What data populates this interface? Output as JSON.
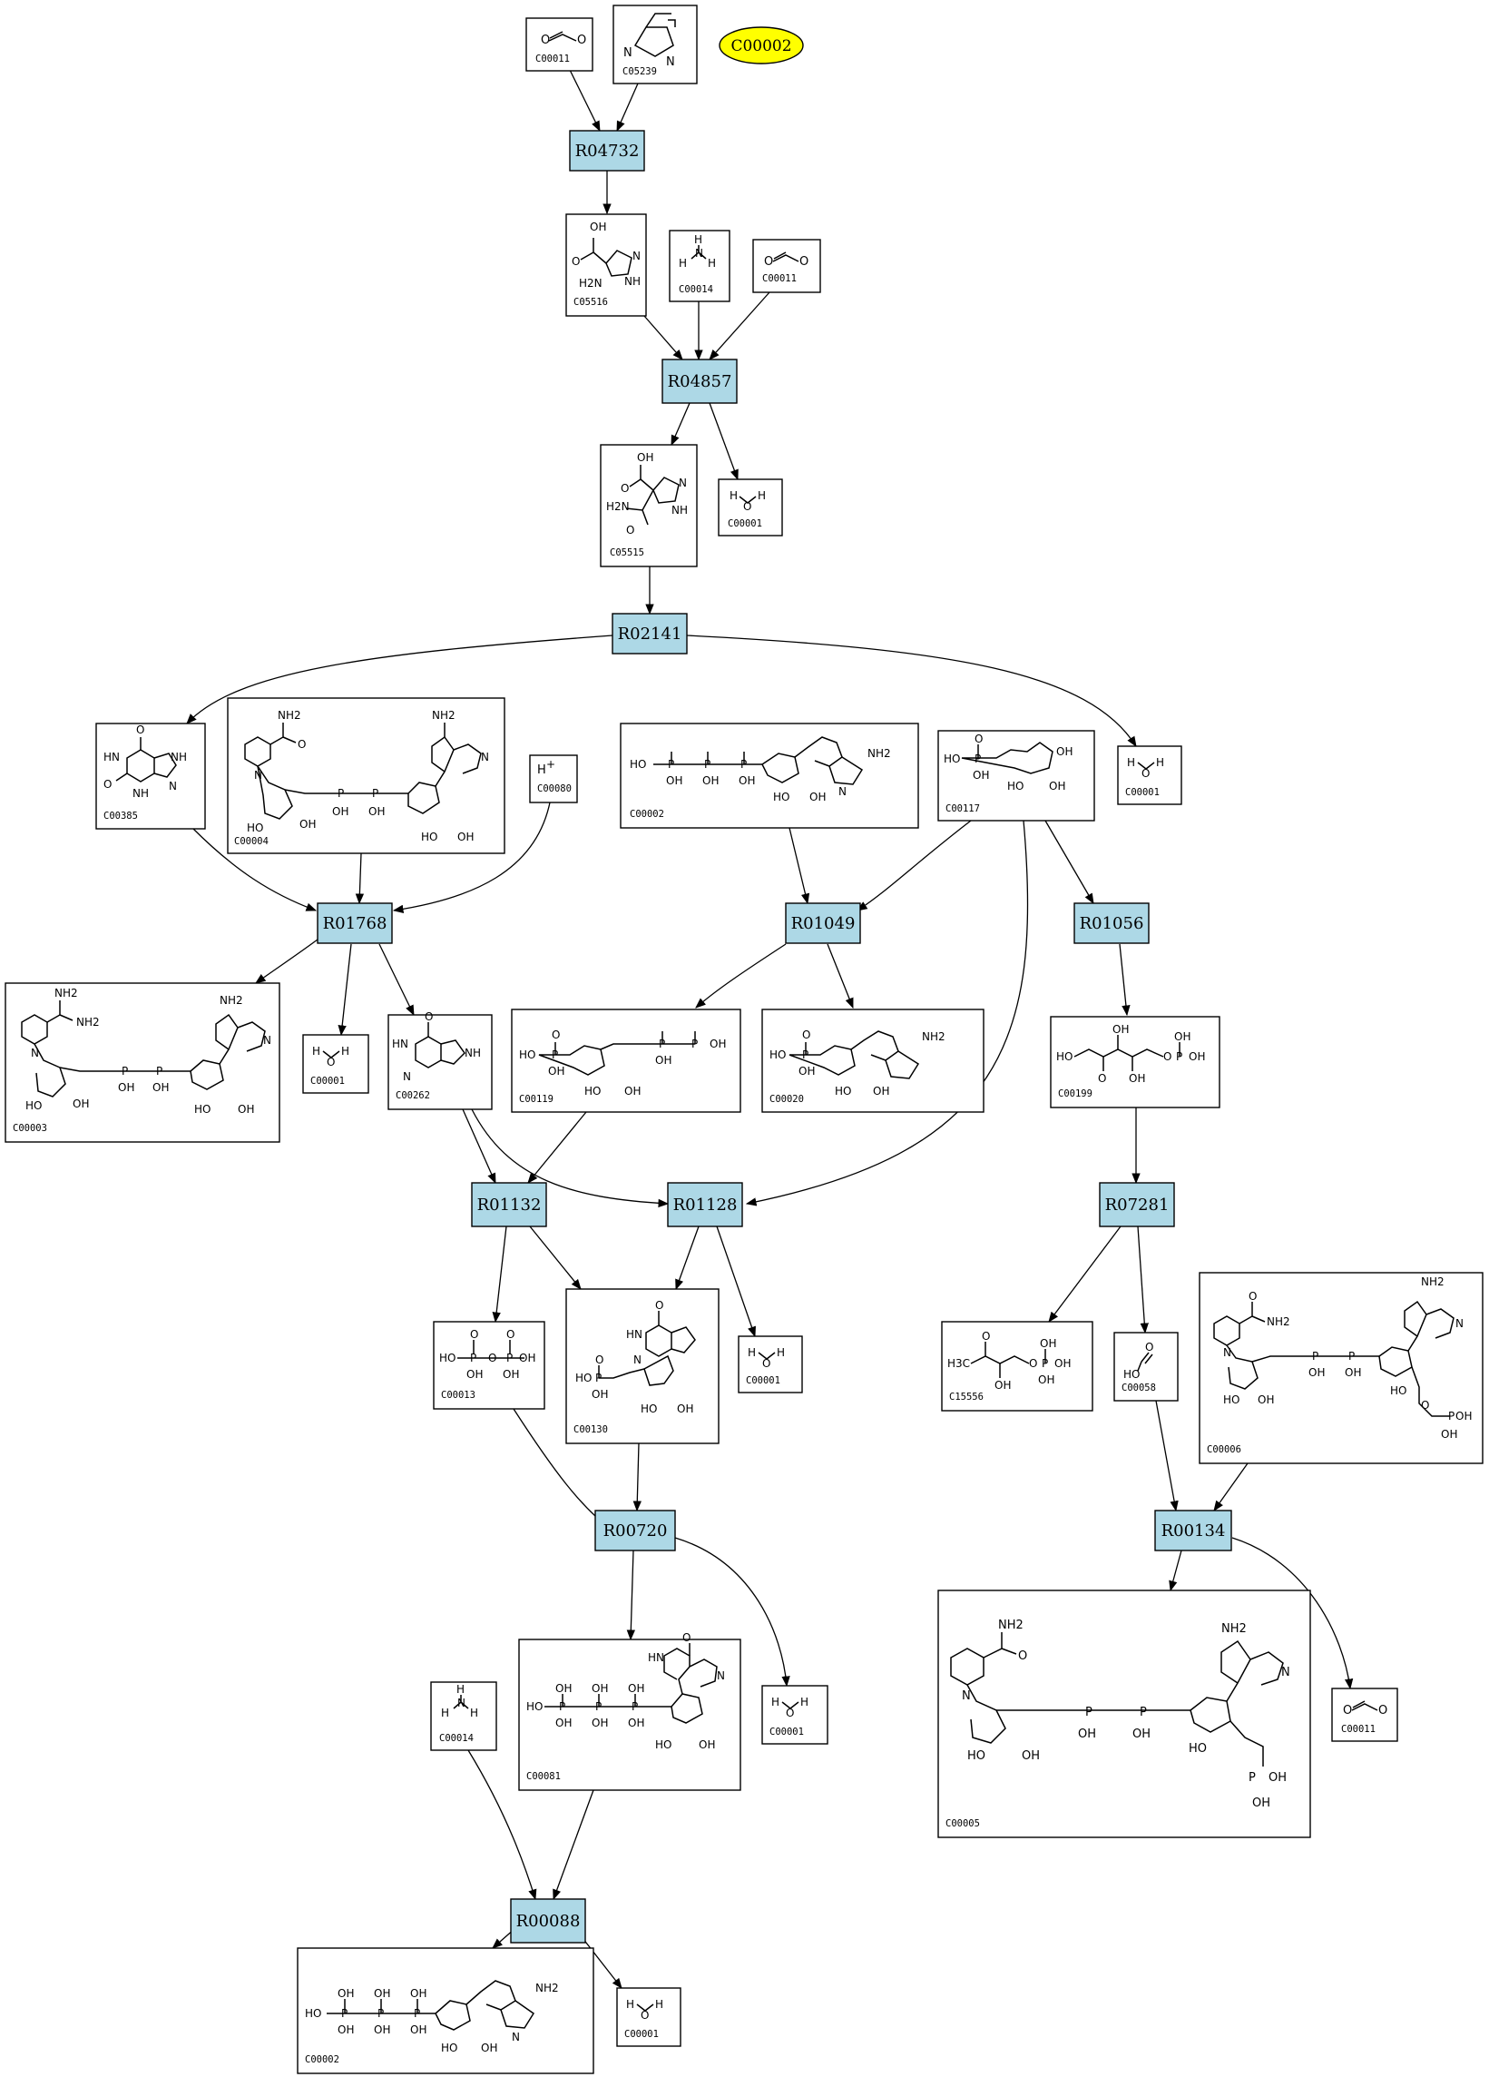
{
  "highlight": {
    "id": "C00002",
    "color": "#ffff00"
  },
  "reaction_color": "#add8e6",
  "reactions": [
    {
      "id": "R04732"
    },
    {
      "id": "R04857"
    },
    {
      "id": "R02141"
    },
    {
      "id": "R01768"
    },
    {
      "id": "R01049"
    },
    {
      "id": "R01056"
    },
    {
      "id": "R01132"
    },
    {
      "id": "R01128"
    },
    {
      "id": "R07281"
    },
    {
      "id": "R00720"
    },
    {
      "id": "R00134"
    },
    {
      "id": "R00088"
    }
  ],
  "compounds": [
    {
      "id": "C00011",
      "struct": "co2"
    },
    {
      "id": "C05239",
      "struct": "imidazole"
    },
    {
      "id": "C05516",
      "struct": "aminoimidazole-carboxylate"
    },
    {
      "id": "C00014",
      "struct": "ammonia"
    },
    {
      "id": "C00011",
      "struct": "co2"
    },
    {
      "id": "C05515",
      "struct": "carbamoyl-imidazole-carboxylate"
    },
    {
      "id": "C00001",
      "struct": "water"
    },
    {
      "id": "C00385",
      "struct": "xanthine"
    },
    {
      "id": "C00004",
      "struct": "nadh"
    },
    {
      "id": "C00080",
      "struct": "proton"
    },
    {
      "id": "C00002",
      "struct": "atp"
    },
    {
      "id": "C00117",
      "struct": "ribose-5-phosphate"
    },
    {
      "id": "C00001",
      "struct": "water"
    },
    {
      "id": "C00003",
      "struct": "nad"
    },
    {
      "id": "C00001",
      "struct": "water"
    },
    {
      "id": "C00262",
      "struct": "hypoxanthine"
    },
    {
      "id": "C00119",
      "struct": "prpp"
    },
    {
      "id": "C00020",
      "struct": "amp"
    },
    {
      "id": "C00199",
      "struct": "ribulose-5-phosphate"
    },
    {
      "id": "C00013",
      "struct": "diphosphate"
    },
    {
      "id": "C00130",
      "struct": "imp"
    },
    {
      "id": "C00001",
      "struct": "water"
    },
    {
      "id": "C15556",
      "struct": "hydroxyacetone-phosphate"
    },
    {
      "id": "C00058",
      "struct": "formate"
    },
    {
      "id": "C00006",
      "struct": "nadp"
    },
    {
      "id": "C00014",
      "struct": "ammonia"
    },
    {
      "id": "C00081",
      "struct": "itp"
    },
    {
      "id": "C00001",
      "struct": "water"
    },
    {
      "id": "C00005",
      "struct": "nadph"
    },
    {
      "id": "C00011",
      "struct": "co2"
    },
    {
      "id": "C00002",
      "struct": "atp"
    },
    {
      "id": "C00001",
      "struct": "water"
    }
  ],
  "labels": {
    "water_h": "H",
    "water_o": "O",
    "ammonia_h": "H",
    "ammonia_n": "N",
    "co2_o": "O",
    "proton": "H",
    "proton_charge": "+",
    "oh": "OH",
    "ho": "HO",
    "nh": "NH",
    "n": "N",
    "o": "O",
    "p": "P",
    "nh2": "NH2",
    "h2n": "H2N",
    "hn": "HN",
    "ch3": "H3C"
  }
}
